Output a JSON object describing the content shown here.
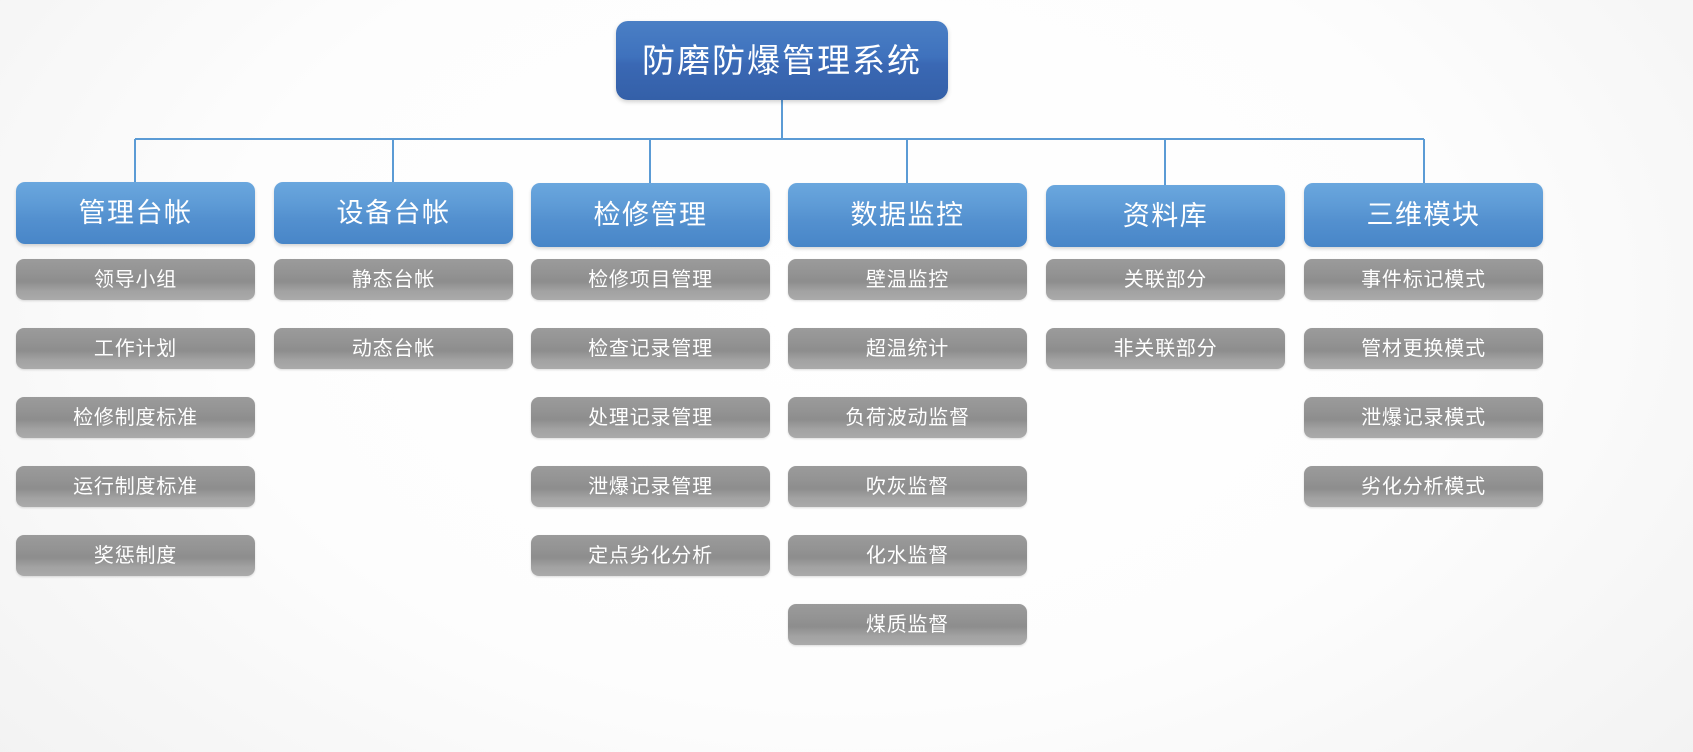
{
  "diagram": {
    "type": "organizational-tree",
    "title": "防磨防爆管理系统",
    "colors": {
      "root_fill": "#3f72bd",
      "branch_fill": "#5a97d2",
      "leaf_fill": "#969696",
      "connector": "#5b9bd5",
      "text": "#ffffff",
      "background": "#f5f5f5"
    },
    "root": {
      "label": "防磨防爆管理系统"
    },
    "branches": [
      {
        "label": "管理台帐",
        "children": [
          {
            "label": "领导小组"
          },
          {
            "label": "工作计划"
          },
          {
            "label": "检修制度标准"
          },
          {
            "label": "运行制度标准"
          },
          {
            "label": "奖惩制度"
          }
        ]
      },
      {
        "label": "设备台帐",
        "children": [
          {
            "label": "静态台帐"
          },
          {
            "label": "动态台帐"
          }
        ]
      },
      {
        "label": "检修管理",
        "children": [
          {
            "label": "检修项目管理"
          },
          {
            "label": "检查记录管理"
          },
          {
            "label": "处理记录管理"
          },
          {
            "label": "泄爆记录管理"
          },
          {
            "label": "定点劣化分析"
          }
        ]
      },
      {
        "label": "数据监控",
        "children": [
          {
            "label": "壁温监控"
          },
          {
            "label": "超温统计"
          },
          {
            "label": "负荷波动监督"
          },
          {
            "label": "吹灰监督"
          },
          {
            "label": "化水监督"
          },
          {
            "label": "煤质监督"
          }
        ]
      },
      {
        "label": "资料库",
        "children": [
          {
            "label": "关联部分"
          },
          {
            "label": "非关联部分"
          }
        ]
      },
      {
        "label": "三维模块",
        "children": [
          {
            "label": "事件标记模式"
          },
          {
            "label": "管材更换模式"
          },
          {
            "label": "泄爆记录模式"
          },
          {
            "label": "劣化分析模式"
          }
        ]
      }
    ]
  }
}
